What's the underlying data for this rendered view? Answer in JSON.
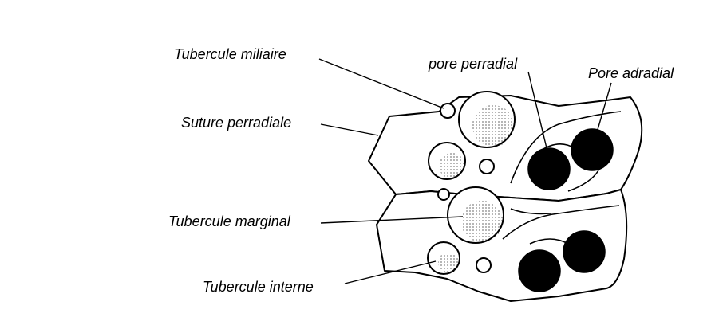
{
  "labels": {
    "tubercule_miliaire": "Tubercule miliaire",
    "suture_perradiale": "Suture perradiale",
    "tubercule_marginal": "Tubercule marginal",
    "tubercule_interne": "Tubercule interne",
    "pore_perradial": "pore perradial",
    "pore_adradial": "Pore adradial"
  },
  "colors": {
    "ink": "#000000",
    "background": "#ffffff"
  }
}
